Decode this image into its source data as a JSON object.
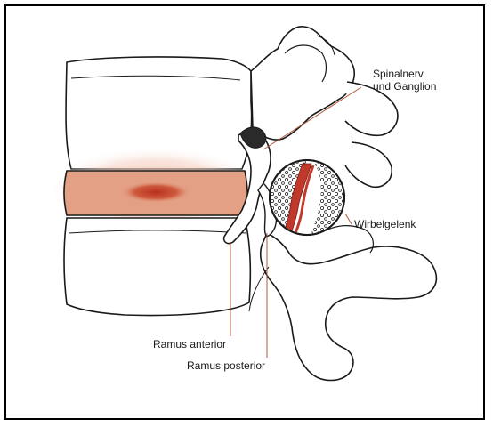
{
  "labels": {
    "spinal_nerve_line1": "Spinalnerv",
    "spinal_nerve_line2": "und Ganglion",
    "facet_joint": "Wirbelgelenk",
    "ramus_anterior": "Ramus anterior",
    "ramus_posterior": "Ramus posterior"
  },
  "colors": {
    "frame": "#000000",
    "bone_outline": "#1a1a1a",
    "disc_fill": "#e3a085",
    "disc_glow": "#f3cdbd",
    "disc_lesion": "#c4402a",
    "leader_line": "#b05a3a",
    "joint_red": "#c0392b"
  }
}
